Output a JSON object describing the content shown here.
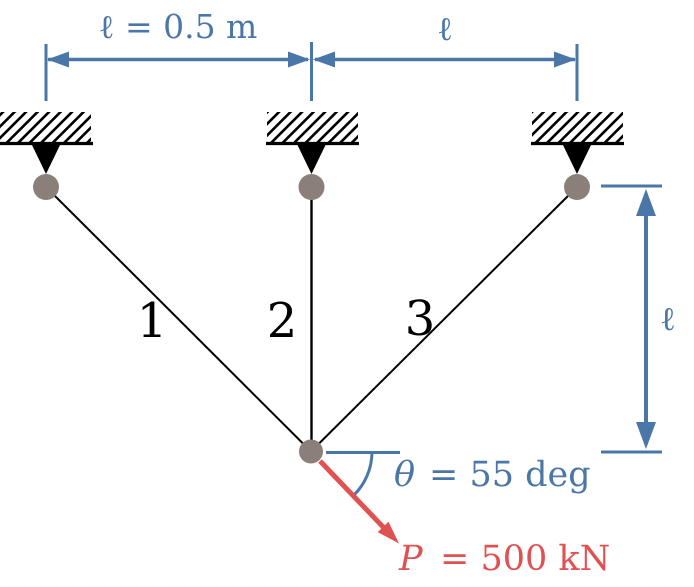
{
  "figure": {
    "dimensions": {
      "top_left_label": "ℓ = 0.5 m",
      "top_right_label": "ℓ",
      "right_vertical_label": "ℓ"
    },
    "bars": {
      "labels": [
        "1",
        "2",
        "3"
      ]
    },
    "angle": {
      "symbol": "θ",
      "value": "= 55 deg"
    },
    "force": {
      "symbol": "P",
      "value": "= 500 kN"
    },
    "colors": {
      "dimension_blue": "#4b77a8",
      "force_red": "#e05252",
      "pin_gray": "#8a7f79",
      "line_black": "#000000",
      "background": "#ffffff"
    }
  }
}
